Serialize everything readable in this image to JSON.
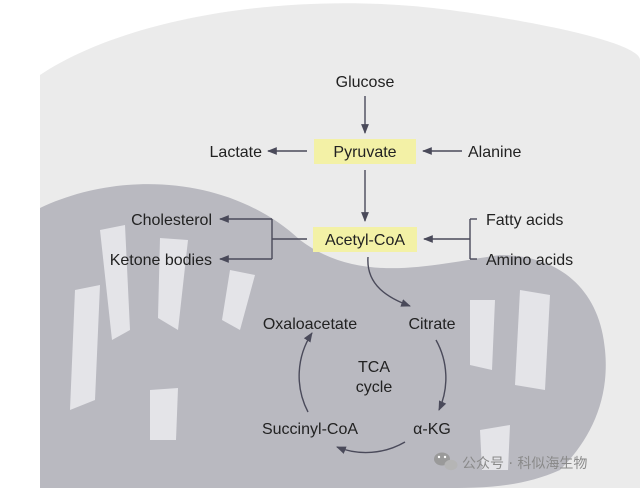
{
  "diagram": {
    "nodes": {
      "glucose": "Glucose",
      "lactate": "Lactate",
      "pyruvate": "Pyruvate",
      "alanine": "Alanine",
      "cholesterol": "Cholesterol",
      "ketone_bodies": "Ketone bodies",
      "acetyl_coa": "Acetyl-CoA",
      "fatty_acids": "Fatty acids",
      "amino_acids": "Amino acids",
      "oxaloacetate": "Oxaloacetate",
      "citrate": "Citrate",
      "tca_line1": "TCA",
      "tca_line2": "cycle",
      "succinyl_coa": "Succinyl-CoA",
      "akg": "α-KG"
    },
    "colors": {
      "highlight": "#f3f1a6",
      "cell": "#ebebeb",
      "mitochondrion": "#b9b9c0",
      "arrow": "#4a4a5a"
    }
  },
  "watermark": {
    "icon": "wechat-icon",
    "text": "公众号 · 科似海生物"
  }
}
